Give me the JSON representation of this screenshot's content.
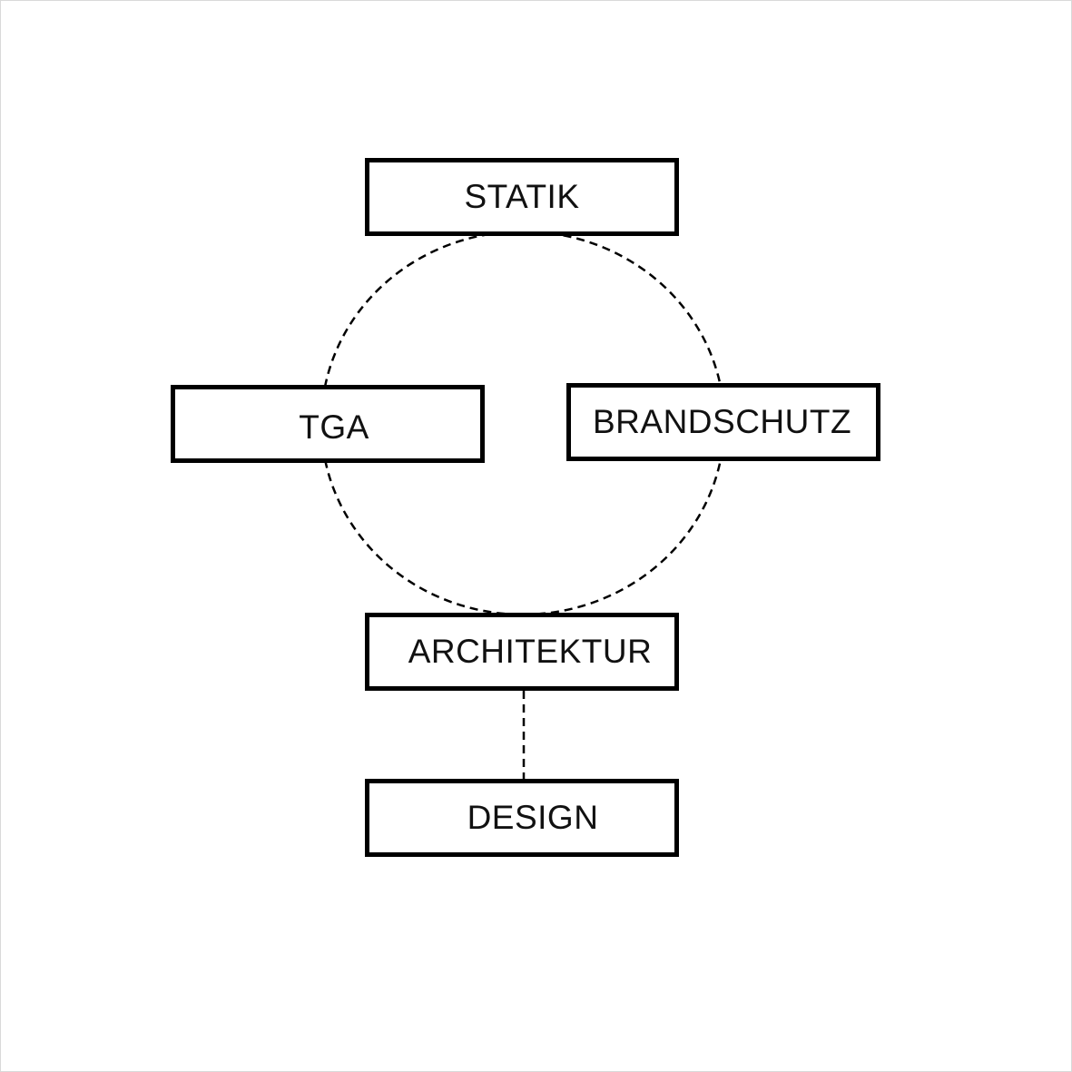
{
  "nodes": {
    "statik": "STATIK",
    "tga": "TGA",
    "brandschutz": "BRANDSCHUTZ",
    "architektur": "ARCHITEKTUR",
    "design": "DESIGN"
  },
  "colors": {
    "stroke": "#000000",
    "background": "#ffffff"
  }
}
